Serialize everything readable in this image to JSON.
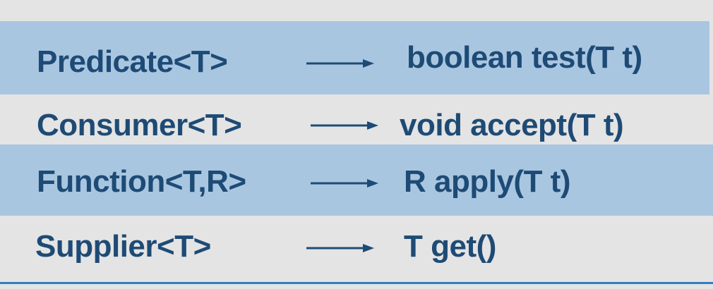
{
  "colors": {
    "background": "#e4e4e4",
    "row_highlight": "#a9c6e1",
    "text": "#1e4b75",
    "rule": "#2f7fc4"
  },
  "rows": [
    {
      "interface": "Predicate<T>",
      "method": "boolean test(T t)",
      "shaded": true
    },
    {
      "interface": "Consumer<T>",
      "method": "void accept(T t)",
      "shaded": false
    },
    {
      "interface": "Function<T,R>",
      "method": "R apply(T t)",
      "shaded": true
    },
    {
      "interface": "Supplier<T>",
      "method": "T get()",
      "shaded": false
    }
  ],
  "icons": {
    "connector": "right-arrow-icon"
  }
}
